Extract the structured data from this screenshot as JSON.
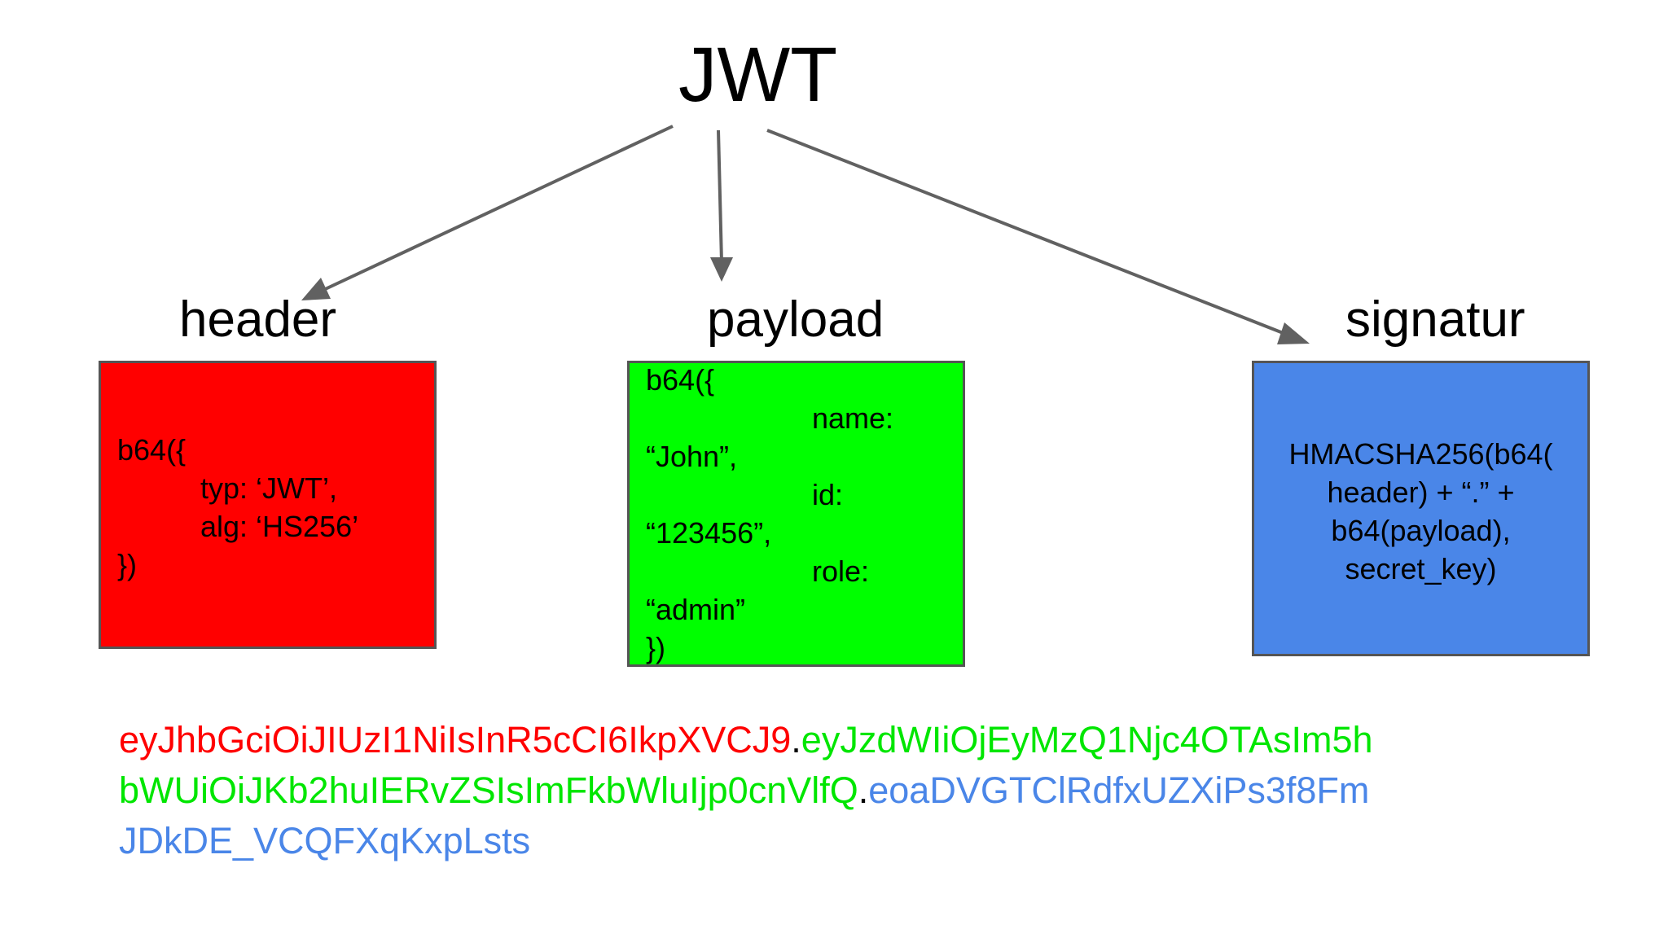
{
  "title": "JWT",
  "sections": {
    "header": {
      "label": "header",
      "color": "#ff0000",
      "lines": [
        "b64({",
        "typ: ‘JWT’,",
        "alg: ‘HS256’",
        "})"
      ]
    },
    "payload": {
      "label": "payload",
      "color": "#00ff00",
      "lines": [
        "b64({",
        "name:",
        "“John”,",
        "id:",
        "“123456”,",
        "role:",
        "“admin”",
        "})"
      ]
    },
    "signature": {
      "label": "signatur",
      "color": "#4a86e8",
      "lines": [
        "HMACSHA256(b64(",
        "header) + “.” +",
        "b64(payload),",
        "secret_key)"
      ]
    }
  },
  "token": {
    "line1": {
      "header": "eyJhbGciOiJIUzI1NiIsInR5cCI6IkpXVCJ9",
      "dot": ".",
      "payload": "eyJzdWIiOjEyMzQ1Njc4OTAsIm5h"
    },
    "line2": {
      "payload": "bWUiOiJKb2huIERvZSIsImFkbWluIjp0cnVlfQ",
      "dot": ".",
      "signature": "eoaDVGTClRdfxUZXiPs3f8Fm"
    },
    "line3": {
      "signature": "JDkDE_VCQFXqKxpLsts"
    }
  },
  "arrow_color": "#616161"
}
